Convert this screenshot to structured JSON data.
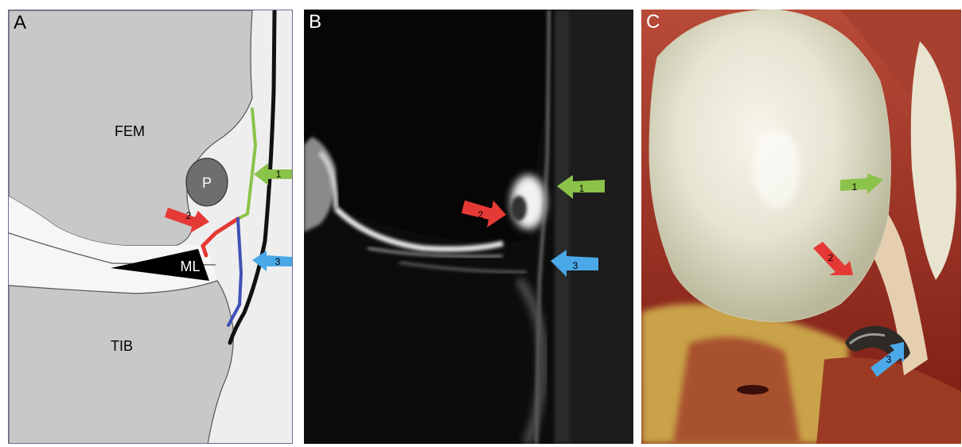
{
  "panels": {
    "a": {
      "letter": "A",
      "labels": {
        "femur": "FEM",
        "patella": "P",
        "meniscus": "ML",
        "tibia": "TIB"
      }
    },
    "b": {
      "letter": "B"
    },
    "c": {
      "letter": "C"
    }
  },
  "arrows": {
    "green": "1",
    "red": "2",
    "blue": "3"
  },
  "colors": {
    "green_arrow": "#8bc34a",
    "red_arrow": "#e53935",
    "blue_arrow": "#4aa8e8",
    "bone_gray": "#c8c8c8",
    "background_gray": "#eeeeee",
    "joint_space": "#f4f4f4",
    "ligament_green": "#8bc34a",
    "ligament_red": "#e53935",
    "ligament_blue": "#3f51b5"
  }
}
